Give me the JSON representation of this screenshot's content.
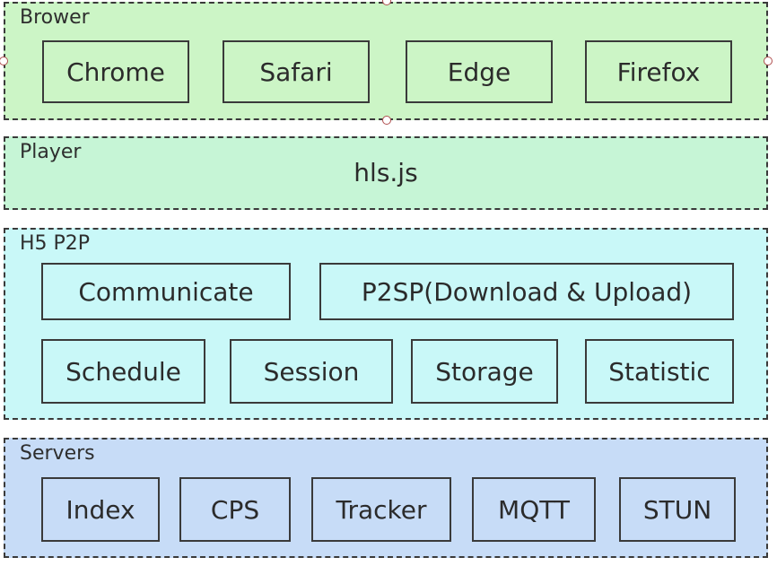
{
  "layers": {
    "browser": {
      "label": "Brower",
      "items": [
        "Chrome",
        "Safari",
        "Edge",
        "Firefox"
      ]
    },
    "player": {
      "label": "Player",
      "item": "hls.js"
    },
    "p2p": {
      "label": "H5 P2P",
      "row1": [
        "Communicate",
        "P2SP(Download & Upload)"
      ],
      "row2": [
        "Schedule",
        "Session",
        "Storage",
        "Statistic"
      ]
    },
    "servers": {
      "label": "Servers",
      "items": [
        "Index",
        "CPS",
        "Tracker",
        "MQTT",
        "STUN"
      ]
    }
  },
  "colors": {
    "browser_fill": "#ccf5c6",
    "player_fill": "#c6f5d6",
    "p2p_fill": "#c9f8f8",
    "servers_fill": "#c7dcf7",
    "border": "#3a3a3a",
    "selection_handle": "#b05050"
  }
}
